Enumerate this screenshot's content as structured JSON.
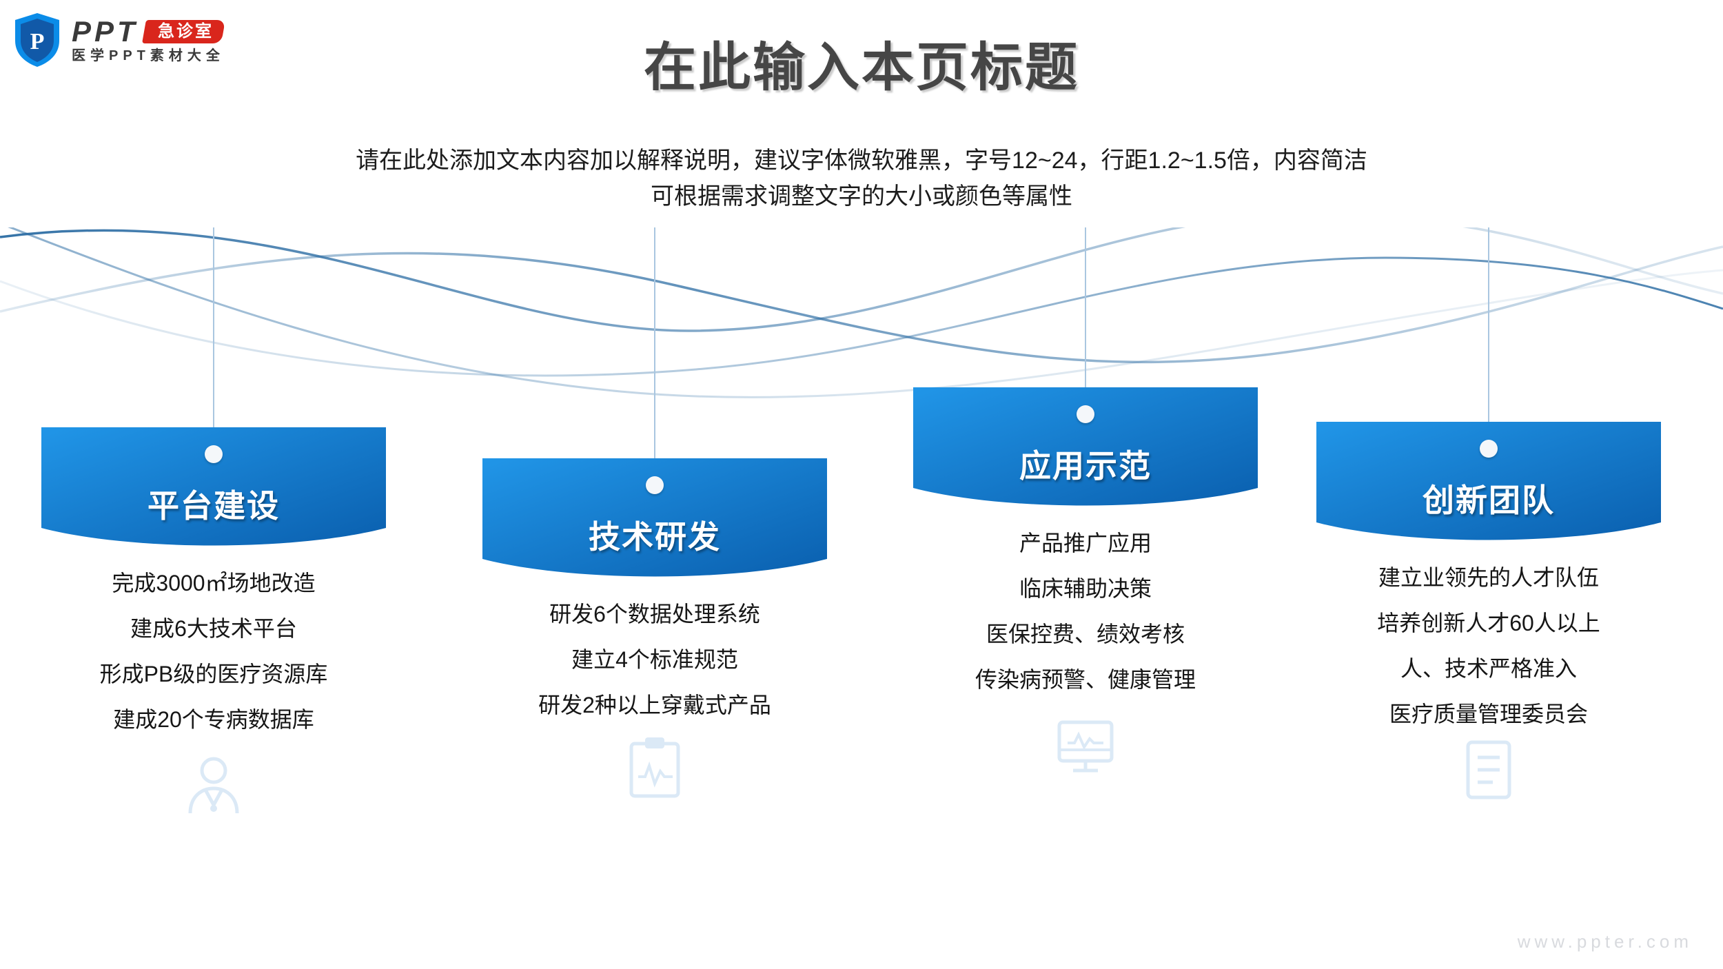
{
  "brand": {
    "shield_letter": "P",
    "wordmark": "PPT",
    "badge": "急诊室",
    "tagline": "医学PPT素材大全",
    "shield_color": "#0b8ce8",
    "shield_inner_color": "#1159a8",
    "badge_color": "#d9261c"
  },
  "header": {
    "title": "在此输入本页标题",
    "subtitle_line1": "请在此处添加文本内容加以解释说明，建议字体微软雅黑，字号12~24，行距1.2~1.5倍，内容简洁",
    "subtitle_line2": "可根据需求调整文字的大小或颜色等属性",
    "title_color": "#464646"
  },
  "theme": {
    "banner_gradient_start": "#2196e8",
    "banner_gradient_end": "#0a5fae",
    "wave_color": "#2b6ca3",
    "stem_color": "#a9c6e0",
    "icon_color": "#dbe9f6",
    "body_text_color": "#161616"
  },
  "cards": [
    {
      "title": "平台建设",
      "icon": "doctor-icon",
      "lines": [
        "完成3000㎡场地改造",
        "建成6大技术平台",
        "形成PB级的医疗资源库",
        "建成20个专病数据库"
      ]
    },
    {
      "title": "技术研发",
      "icon": "clipboard-chart-icon",
      "lines": [
        "研发6个数据处理系统",
        "建立4个标准规范",
        "研发2种以上穿戴式产品"
      ]
    },
    {
      "title": "应用示范",
      "icon": "monitor-icon",
      "lines": [
        "产品推广应用",
        "临床辅助决策",
        "医保控费、绩效考核",
        "传染病预警、健康管理"
      ]
    },
    {
      "title": "创新团队",
      "icon": "document-list-icon",
      "lines": [
        "建立业领先的人才队伍",
        "培养创新人才60人以上",
        "人、技术严格准入",
        "医疗质量管理委员会"
      ]
    }
  ],
  "footer": {
    "watermark": "www.ppter.com"
  }
}
